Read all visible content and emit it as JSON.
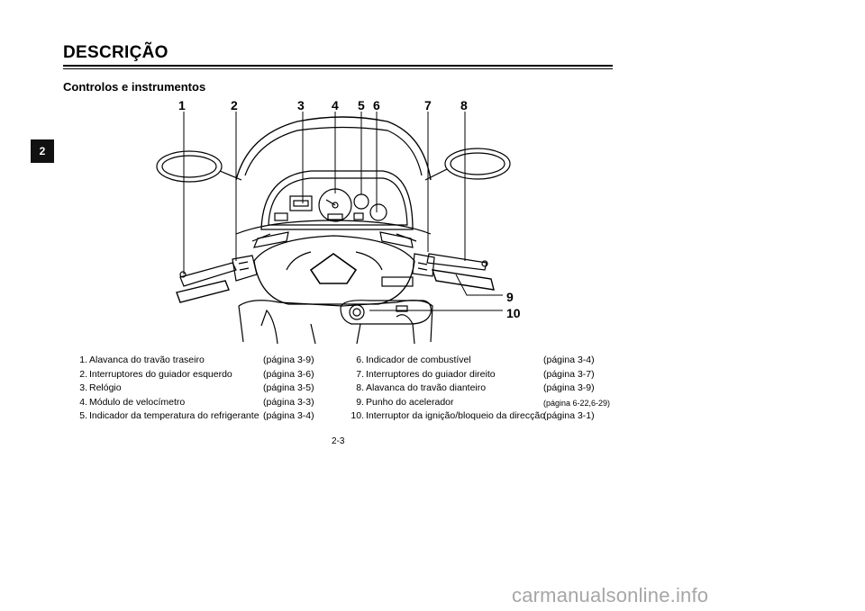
{
  "header": {
    "title": "DESCRIÇÃO",
    "subtitle": "Controlos e instrumentos",
    "chapter_tab": "2"
  },
  "figure": {
    "callouts": [
      "1",
      "2",
      "3",
      "4",
      "5",
      "6",
      "7",
      "8",
      "9",
      "10"
    ]
  },
  "legend_left": [
    {
      "num": "1.",
      "text": "Alavanca do travão traseiro",
      "page": "(página 3-9)"
    },
    {
      "num": "2.",
      "text": "Interruptores do guiador esquerdo",
      "page": "(página 3-6)"
    },
    {
      "num": "3.",
      "text": "Relógio",
      "page": "(página 3-5)"
    },
    {
      "num": "4.",
      "text": "Módulo de velocímetro",
      "page": "(página 3-3)"
    },
    {
      "num": "5.",
      "text": "Indicador da temperatura do refrigerante",
      "page": "(página 3-4)"
    }
  ],
  "legend_right": [
    {
      "num": "6.",
      "text": "Indicador de combustível",
      "page": "(página 3-4)"
    },
    {
      "num": "7.",
      "text": "Interruptores do guiador direito",
      "page": "(página 3-7)"
    },
    {
      "num": "8.",
      "text": "Alavanca do travão dianteiro",
      "page": "(página 3-9)"
    },
    {
      "num": "9.",
      "text": "Punho do acelerador",
      "page": "(página 6-22,6-29)"
    },
    {
      "num": "10.",
      "text": "Interruptor da ignição/bloqueio da direcção",
      "page": "(página 3-1)"
    }
  ],
  "footer": {
    "page_number": "2-3",
    "watermark": "carmanualsonline.info"
  }
}
